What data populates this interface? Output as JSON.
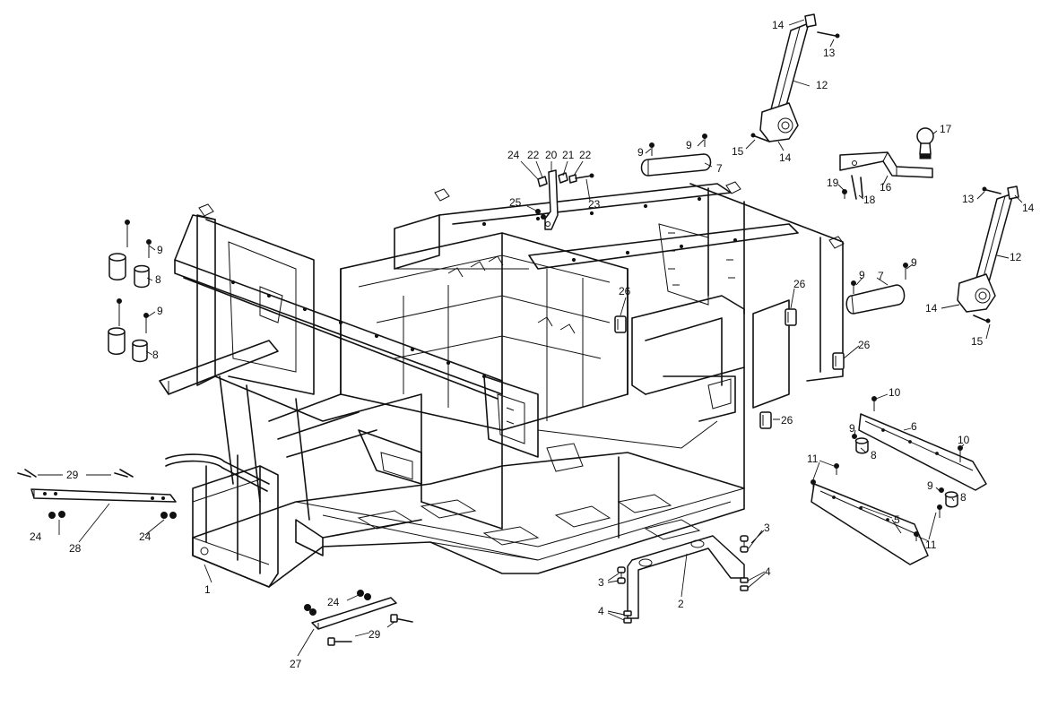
{
  "diagram": {
    "colors": {
      "line": "#111111",
      "background": "#ffffff"
    },
    "callouts": [
      {
        "id": "c1",
        "text": "1"
      },
      {
        "id": "c2",
        "text": "2"
      },
      {
        "id": "c3a",
        "text": "3"
      },
      {
        "id": "c3b",
        "text": "3"
      },
      {
        "id": "c4a",
        "text": "4"
      },
      {
        "id": "c4b",
        "text": "4"
      },
      {
        "id": "c5",
        "text": "5"
      },
      {
        "id": "c6",
        "text": "6"
      },
      {
        "id": "c7a",
        "text": "7"
      },
      {
        "id": "c7b",
        "text": "7"
      },
      {
        "id": "c8a",
        "text": "8"
      },
      {
        "id": "c8b",
        "text": "8"
      },
      {
        "id": "c8c",
        "text": "8"
      },
      {
        "id": "c8d",
        "text": "8"
      },
      {
        "id": "c9a",
        "text": "9"
      },
      {
        "id": "c9b",
        "text": "9"
      },
      {
        "id": "c9c",
        "text": "9"
      },
      {
        "id": "c9d",
        "text": "9"
      },
      {
        "id": "c9e",
        "text": "9"
      },
      {
        "id": "c9f",
        "text": "9"
      },
      {
        "id": "c9g",
        "text": "9"
      },
      {
        "id": "c9h",
        "text": "9"
      },
      {
        "id": "c10a",
        "text": "10"
      },
      {
        "id": "c10b",
        "text": "10"
      },
      {
        "id": "c11a",
        "text": "11"
      },
      {
        "id": "c11b",
        "text": "11"
      },
      {
        "id": "c12a",
        "text": "12"
      },
      {
        "id": "c12b",
        "text": "12"
      },
      {
        "id": "c13a",
        "text": "13"
      },
      {
        "id": "c13b",
        "text": "13"
      },
      {
        "id": "c14a",
        "text": "14"
      },
      {
        "id": "c14b",
        "text": "14"
      },
      {
        "id": "c14c",
        "text": "14"
      },
      {
        "id": "c14d",
        "text": "14"
      },
      {
        "id": "c15a",
        "text": "15"
      },
      {
        "id": "c15b",
        "text": "15"
      },
      {
        "id": "c16",
        "text": "16"
      },
      {
        "id": "c17",
        "text": "17"
      },
      {
        "id": "c18",
        "text": "18"
      },
      {
        "id": "c19",
        "text": "19"
      },
      {
        "id": "c20",
        "text": "20"
      },
      {
        "id": "c21",
        "text": "21"
      },
      {
        "id": "c22a",
        "text": "22"
      },
      {
        "id": "c22b",
        "text": "22"
      },
      {
        "id": "c23",
        "text": "23"
      },
      {
        "id": "c24a",
        "text": "24"
      },
      {
        "id": "c24b",
        "text": "24"
      },
      {
        "id": "c24c",
        "text": "24"
      },
      {
        "id": "c24d",
        "text": "24"
      },
      {
        "id": "c25",
        "text": "25"
      },
      {
        "id": "c26a",
        "text": "26"
      },
      {
        "id": "c26b",
        "text": "26"
      },
      {
        "id": "c26c",
        "text": "26"
      },
      {
        "id": "c26d",
        "text": "26"
      },
      {
        "id": "c27",
        "text": "27"
      },
      {
        "id": "c28",
        "text": "28"
      },
      {
        "id": "c29a",
        "text": "29"
      },
      {
        "id": "c29b",
        "text": "29"
      }
    ]
  }
}
